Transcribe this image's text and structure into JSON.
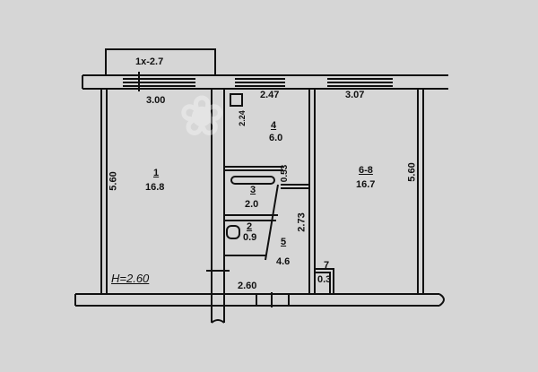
{
  "balcony": {
    "label": "1x-2.7"
  },
  "ceiling_height": "H=2.60",
  "rooms": [
    {
      "number": "1",
      "area": "16.8"
    },
    {
      "number": "2",
      "area": "0.9"
    },
    {
      "number": "3",
      "area": "2.0"
    },
    {
      "number": "4",
      "area": "6.0"
    },
    {
      "number": "5",
      "area": "4.6"
    },
    {
      "number": "6-8",
      "area": "16.7"
    },
    {
      "number": "7",
      "area": "0.3"
    }
  ],
  "dimensions": {
    "room1_width": "3.00",
    "room1_length": "5.60",
    "kitchen_width": "2.47",
    "kitchen_length": "2.24",
    "room6_width": "3.07",
    "room6_length": "5.60",
    "bath_gap": "0.53",
    "hall_length": "2.73",
    "hall_width": "2.60"
  }
}
